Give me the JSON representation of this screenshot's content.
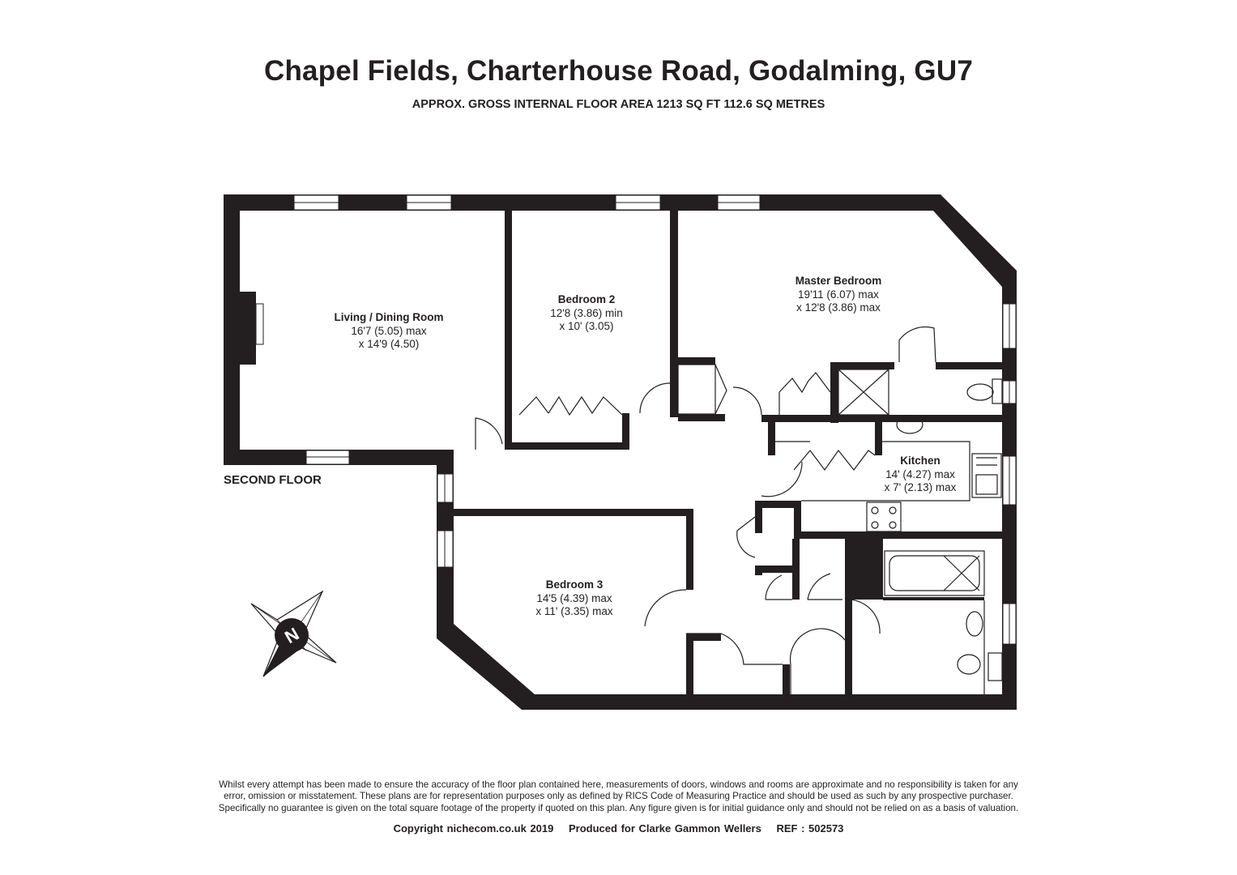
{
  "header": {
    "title": "Chapel Fields, Charterhouse Road, Godalming, GU7",
    "subtitle": "APPROX. GROSS INTERNAL FLOOR AREA 1213 SQ FT 112.6 SQ METRES"
  },
  "floor_label": "SECOND FLOOR",
  "rooms": [
    {
      "name": "Living / Dining Room",
      "dim1": "16'7 (5.05) max",
      "dim2": "x 14'9 (4.50)"
    },
    {
      "name": "Bedroom 2",
      "dim1": "12'8 (3.86) min",
      "dim2": "x 10' (3.05)"
    },
    {
      "name": "Master Bedroom",
      "dim1": "19'11 (6.07) max",
      "dim2": "x 12'8 (3.86) max"
    },
    {
      "name": "Kitchen",
      "dim1": "14' (4.27) max",
      "dim2": "x 7' (2.13) max"
    },
    {
      "name": "Bedroom 3",
      "dim1": "14'5 (4.39) max",
      "dim2": "x 11' (3.35) max"
    }
  ],
  "compass": {
    "letter": "N",
    "icon": "compass-icon"
  },
  "footer": {
    "disclaimer_lines": [
      "Whilst every attempt has been made to ensure the accuracy of the floor plan contained here, measurements of doors, windows and rooms are approximate and no responsibility is taken for any",
      "error, omission or misstatement. These plans are for representation purposes only as defined by RICS Code of Measuring Practice and should be used as such by any prospective purchaser.",
      "Specifically no guarantee is given on the total square footage of the property if quoted on this plan. Any figure given is for initial guidance only and should not be relied on as a basis of valuation."
    ],
    "copyright": "Copyright nichecom.co.uk 2019",
    "produced_for": "Produced for Clarke Gammon Wellers",
    "ref": "REF :  502573"
  },
  "colors": {
    "wall": "#231f20",
    "background": "#ffffff",
    "fixture": "#231f20"
  }
}
